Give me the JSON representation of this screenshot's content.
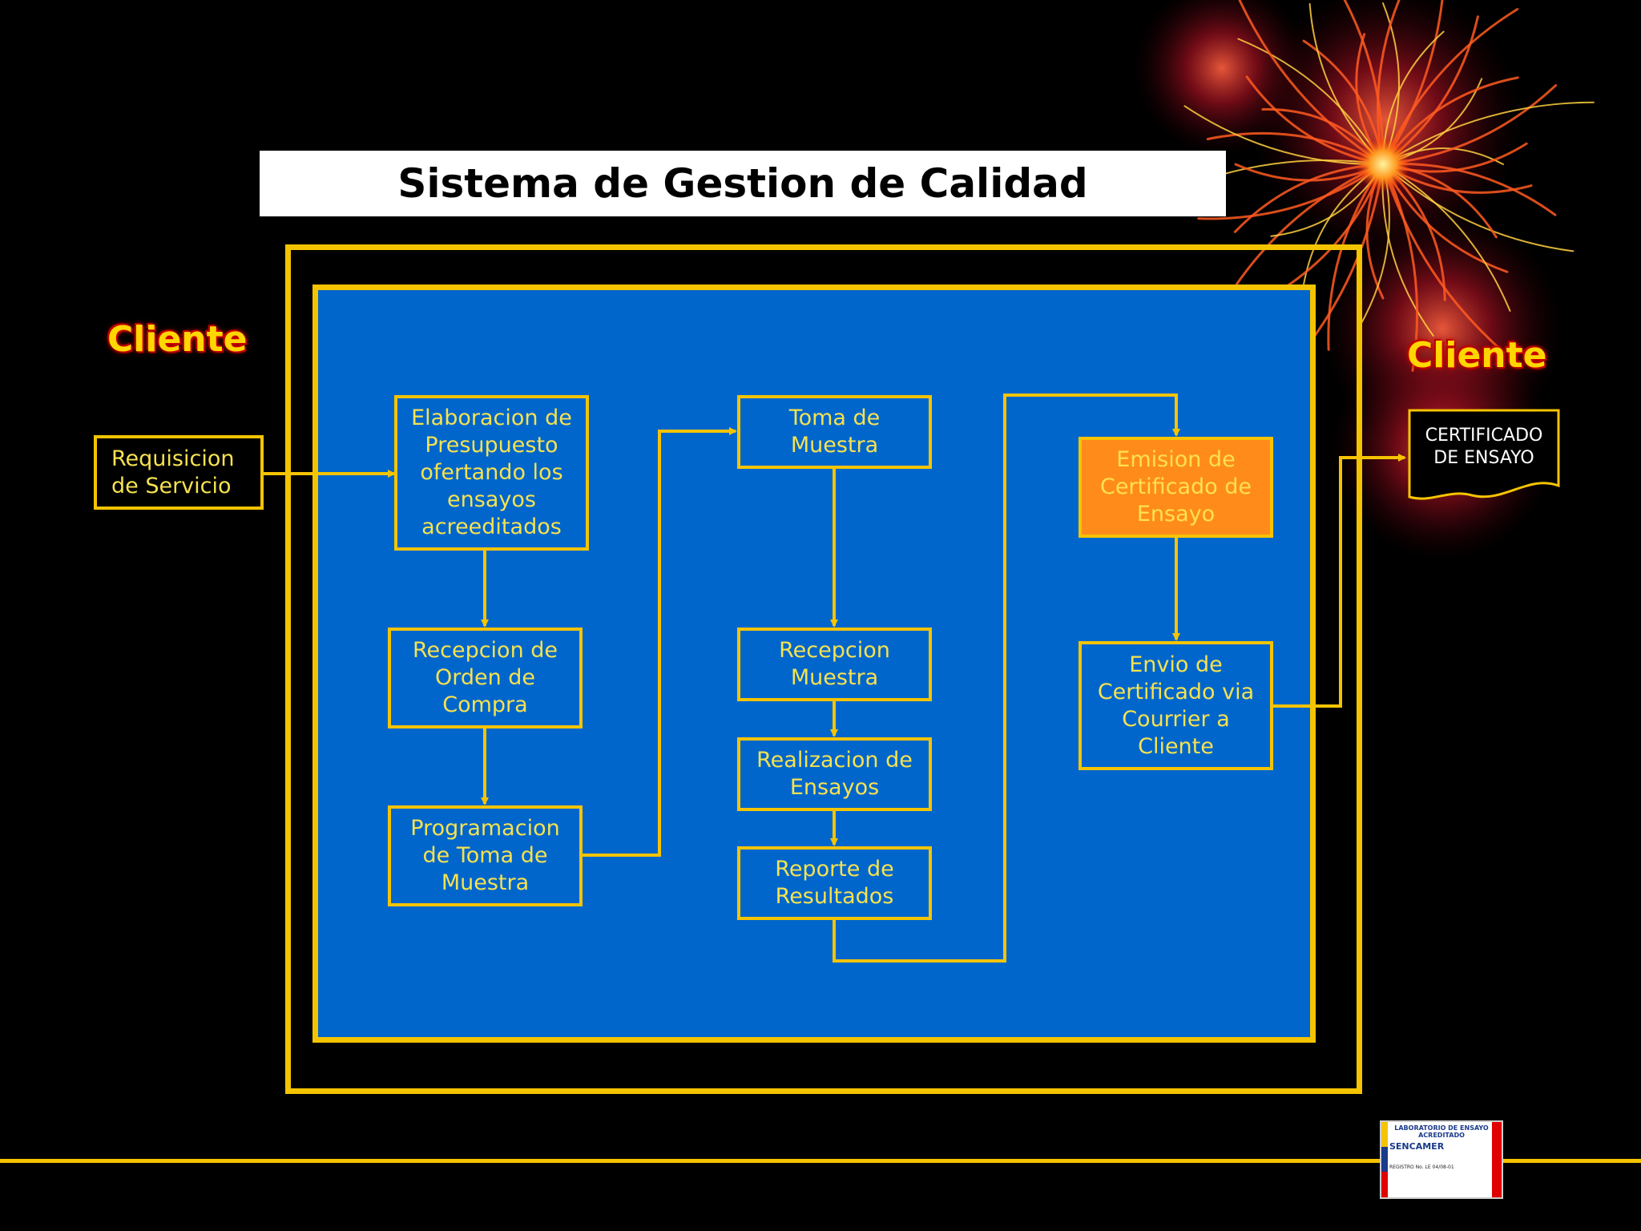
{
  "title": "Sistema de Gestion de Calidad",
  "client_left": "Cliente",
  "client_right": "Cliente",
  "boxes": {
    "requisicion": "Requisicion\nde Servicio",
    "elaboracion": "Elaboracion de\nPresupuesto\nofertando los\nensayos\nacreeditados",
    "recepcion_orden": "Recepcion de\nOrden de\nCompra",
    "programacion": "Programacion\nde Toma de\nMuestra",
    "toma_muestra": "Toma de\nMuestra",
    "recepcion_muestra": "Recepcion\nMuestra",
    "realizacion": "Realizacion de\nEnsayos",
    "reporte": "Reporte de\nResultados",
    "emision": "Emision de\nCertificado de\nEnsayo",
    "envio": "Envio de\nCertificado via\nCourrier a\nCliente"
  },
  "certificado": "CERTIFICADO\nDE ENSAYO",
  "badge": {
    "header": "LABORATORIO DE ENSAYO\nACREDITADO",
    "org": "SENCAMER",
    "registro": "REGISTRO No. LE 04/08-01"
  },
  "colors": {
    "accent": "#F5C400",
    "panel": "#0066CC",
    "highlight": "#FF8C1A",
    "background": "#000000"
  }
}
